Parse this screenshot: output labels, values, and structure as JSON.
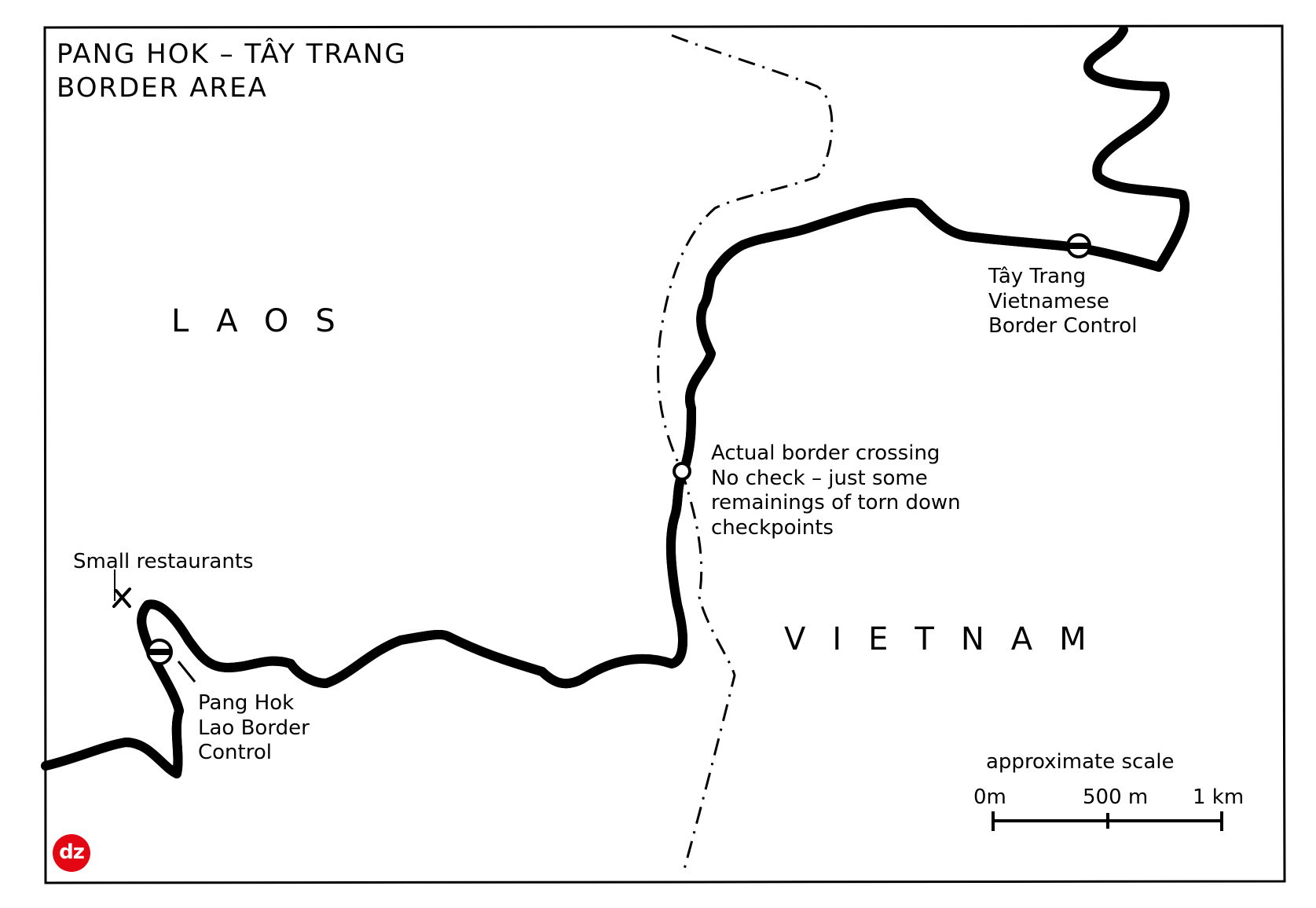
{
  "map": {
    "title": "PANG HOK – TÂY TRANG\nBORDER AREA",
    "countries": [
      {
        "id": "laos",
        "label": "LAOS"
      },
      {
        "id": "vietnam",
        "label": "VIETNAM"
      }
    ],
    "annotations": {
      "tay_trang": "Tây Trang\nVietnamese\nBorder Control",
      "actual_crossing": "Actual border crossing\nNo check – just some\nremainings of torn down\ncheckpoints",
      "restaurants": "Small restaurants",
      "pang_hok": "Pang Hok\nLao Border\nControl"
    },
    "scale": {
      "title": "approximate scale",
      "ticks": [
        "0m",
        "500 m",
        "1 km"
      ]
    },
    "logo": {
      "text": "dz",
      "color": "#e30613"
    },
    "icons": [
      "border-control-icon",
      "restaurant-icon",
      "crossing-marker-icon"
    ]
  }
}
